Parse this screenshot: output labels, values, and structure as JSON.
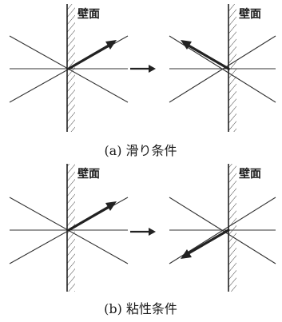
{
  "wall_label": "壁面",
  "panels": [
    {
      "caption": "(a) 滑り条件"
    },
    {
      "caption": "(b) 粘性条件"
    }
  ],
  "colors": {
    "ink": "#1a1a1a",
    "background": "#ffffff"
  },
  "icons": {
    "transition": "right-arrow-icon",
    "wall": "hatched-wall-icon"
  }
}
